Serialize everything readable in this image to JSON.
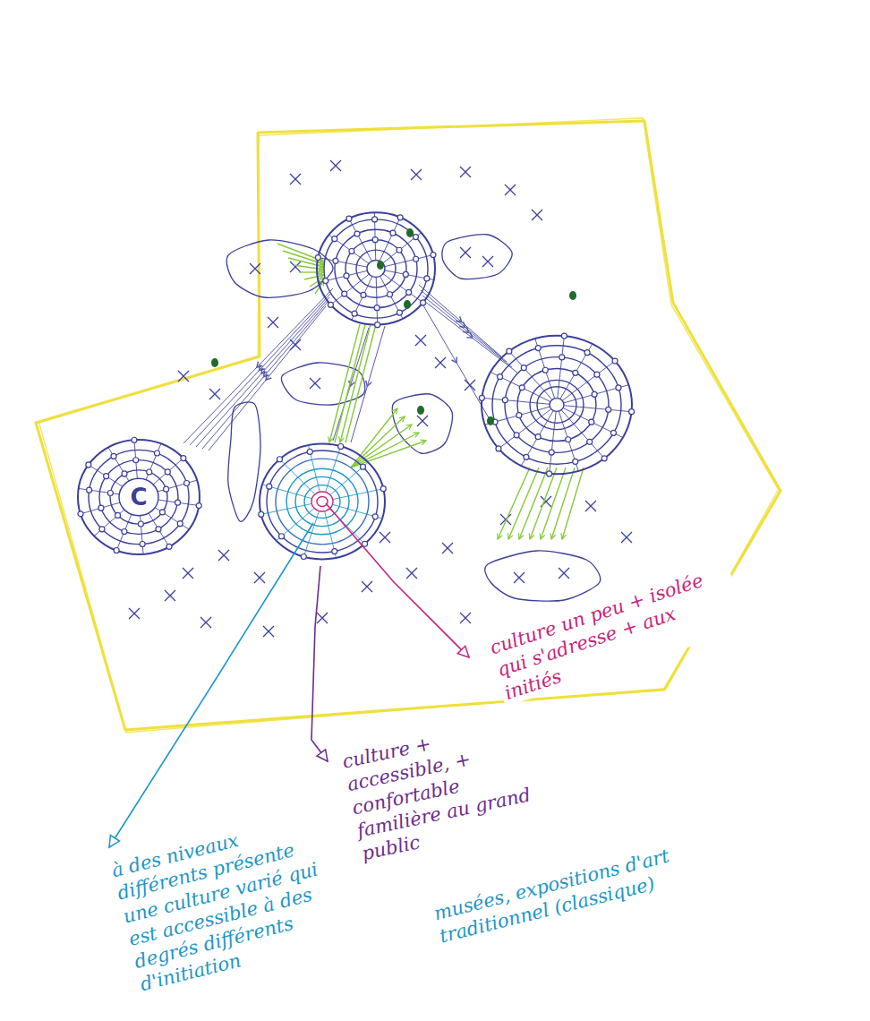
{
  "diagram": {
    "nodes": [
      {
        "text": [
          "C"
        ]
      }
    ],
    "labels": [
      "culture + accessible, + confortable familière au grand public",
      "culture un peu + isolée qui s'adresse + aux initiés",
      "à des niveaux différents présente une culture varié qui est accessible à des degrés différents d'initiation",
      "musées, expositions d'art traditionnel (classique)"
    ]
  }
}
